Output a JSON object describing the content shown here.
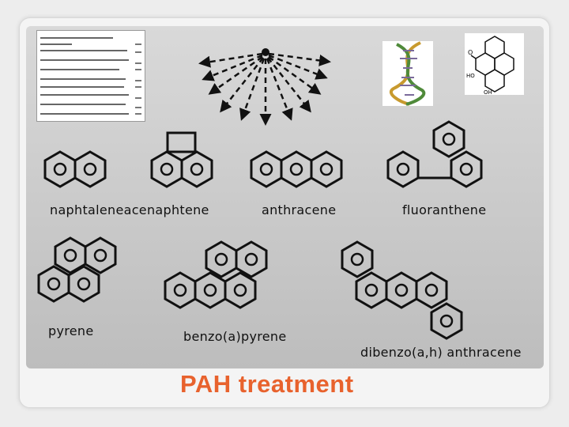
{
  "title": "PAH treatment",
  "molecules": {
    "naphthalene_acenaphtene": "naphtaleneacenaphtene",
    "anthracene": "anthracene",
    "fluoranthene": "fluoranthene",
    "pyrene": "pyrene",
    "benzo_a_pyrene": "benzo(a)pyrene",
    "dibenzo_a_h_anthracene": "dibenzo(a,h) anthracene"
  },
  "images": {
    "reaction_list": "chemical-reaction-equations",
    "dna": "dna-helix-icon",
    "metabolite": "diol-metabolite-structure"
  },
  "colors": {
    "title": "#e8622d",
    "panel": "#c8c8c8"
  }
}
